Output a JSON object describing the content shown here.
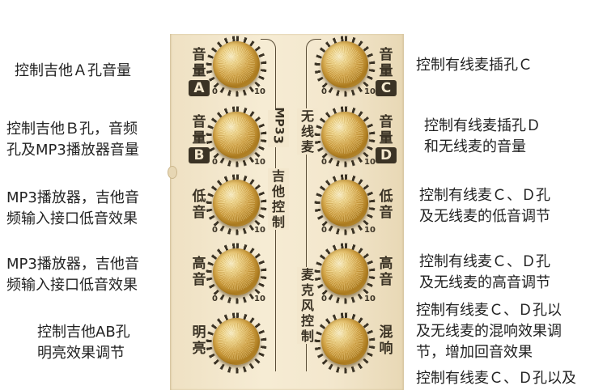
{
  "notes_left": [
    {
      "lines": [
        "控制吉他Ａ孔音量"
      ]
    },
    {
      "lines": [
        "控制吉他Ｂ孔，音频",
        "孔及MP3播放器音量"
      ]
    },
    {
      "lines": [
        "MP3播放器，吉他音",
        "频输入接口低音效果"
      ]
    },
    {
      "lines": [
        "MP3播放器，吉他音",
        "频输入接口低音效果"
      ]
    },
    {
      "lines": [
        "控制吉他AB孔",
        "明亮效果调节"
      ]
    }
  ],
  "notes_right": [
    {
      "lines": [
        "控制有线麦插孔Ｃ"
      ]
    },
    {
      "lines": [
        "控制有线麦插孔Ｄ",
        "和无线麦的音量"
      ]
    },
    {
      "lines": [
        "控制有线麦Ｃ、Ｄ孔",
        "及无线麦的低音调节"
      ]
    },
    {
      "lines": [
        "控制有线麦Ｃ、Ｄ孔",
        "及无线麦的高音调节"
      ]
    },
    {
      "lines": [
        "控制有线麦Ｃ、Ｄ孔以",
        "及无线麦的混响效果调",
        "节，增加回音效果"
      ]
    },
    {
      "lines": [
        "控制有线麦Ｃ、Ｄ孔以及"
      ]
    }
  ],
  "panel": {
    "left_labels": [
      {
        "chars": [
          "音",
          "量"
        ],
        "accent": "A"
      },
      {
        "chars": [
          "音",
          "量"
        ],
        "accent": "B"
      },
      {
        "chars": [
          "低",
          "音"
        ],
        "accent": ""
      },
      {
        "chars": [
          "高",
          "音"
        ],
        "accent": ""
      },
      {
        "chars": [
          "明",
          "亮"
        ],
        "accent": ""
      }
    ],
    "right_labels": [
      {
        "chars": [
          "音",
          "量"
        ],
        "accent": "C"
      },
      {
        "chars": [
          "音",
          "量"
        ],
        "accent": "D"
      },
      {
        "chars": [
          "低",
          "音"
        ],
        "accent": ""
      },
      {
        "chars": [
          "高",
          "音"
        ],
        "accent": ""
      },
      {
        "chars": [
          "混",
          "响"
        ],
        "accent": ""
      }
    ],
    "scale_min": "0",
    "scale_max": "10",
    "sec_mp3": "MP3",
    "sec_mp3_tail": "3",
    "sec_guitar": [
      "吉",
      "他",
      "控",
      "制"
    ],
    "sec_wireless": [
      "无",
      "线",
      "麦"
    ],
    "sec_mic": [
      "麦",
      "克",
      "风",
      "控",
      "制"
    ]
  },
  "colors": {
    "panel": "#f3e7cd",
    "ink": "#3b3325",
    "knob_gold": "#d3a344"
  }
}
